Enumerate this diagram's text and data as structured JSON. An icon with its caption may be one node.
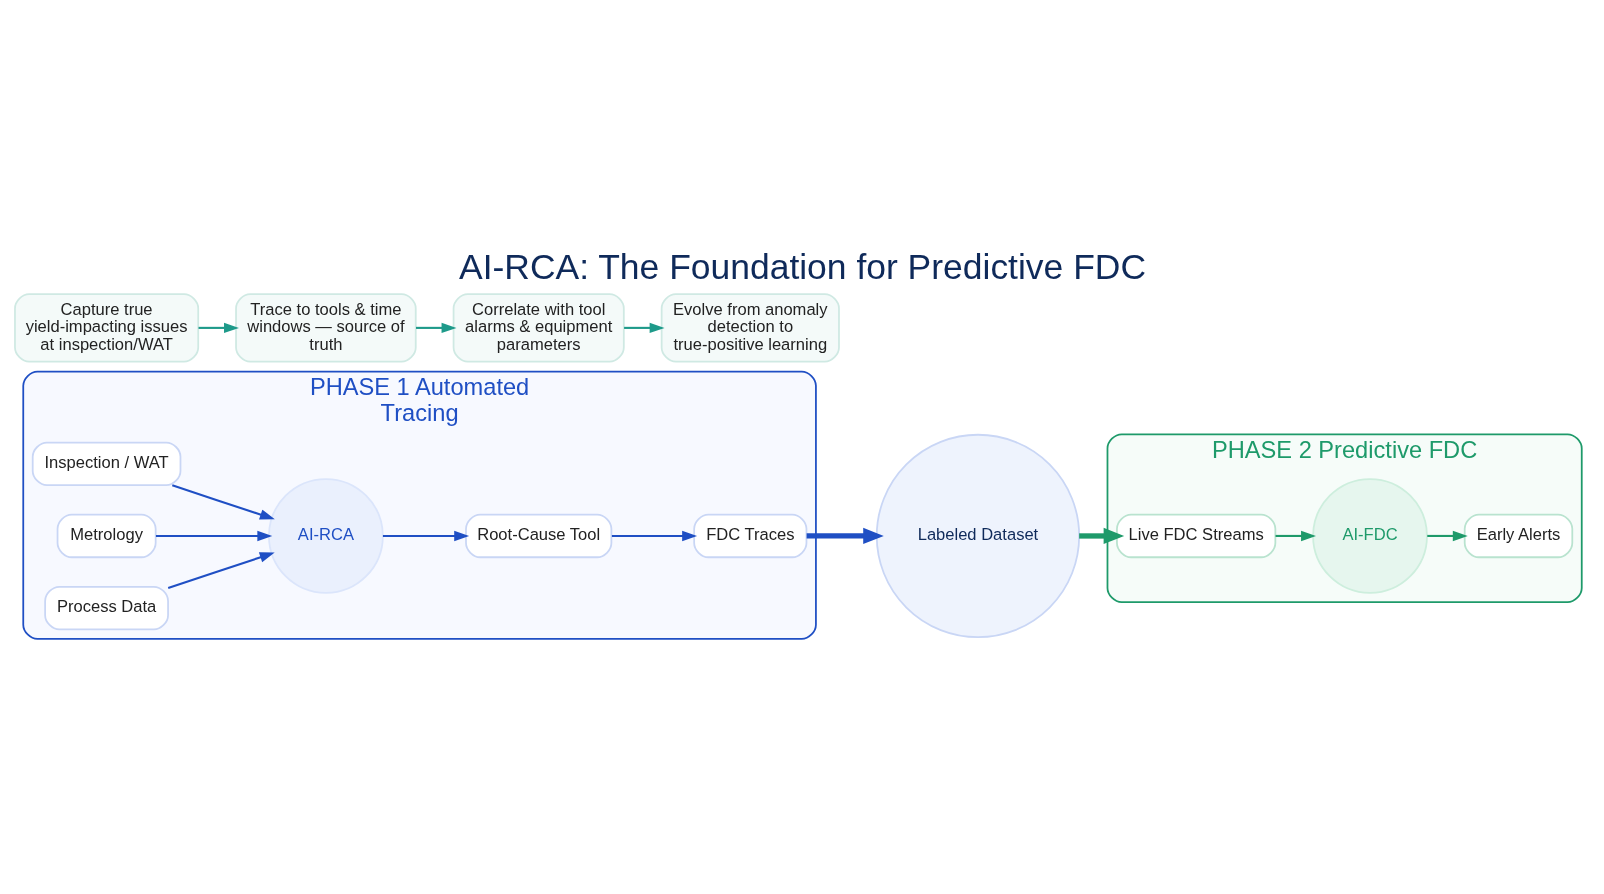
{
  "diagram": {
    "title": "AI-RCA: The Foundation for Predictive FDC",
    "nodes": [
      {
        "text": [
          "PHASE 1 Automated Tracing"
        ]
      },
      {
        "text": [
          "Inspection / WAT"
        ],
        "in": 0
      },
      {
        "text": [
          "Metrology"
        ],
        "in": 0
      },
      {
        "text": [
          "Process Data"
        ],
        "in": 0
      },
      {
        "text": [
          "AI-RCA"
        ],
        "in": 0
      },
      {
        "text": [
          "Root-Cause Tool"
        ],
        "in": 0
      },
      {
        "text": [
          "FDC Traces"
        ],
        "in": 0
      },
      {
        "text": [
          "Labeled Dataset"
        ]
      },
      {
        "text": [
          "PHASE 2 Predictive FDC"
        ]
      },
      {
        "text": [
          "Live FDC Streams"
        ],
        "in": 8
      },
      {
        "text": [
          "AI-FDC"
        ],
        "in": 8
      },
      {
        "text": [
          "Early Alerts"
        ],
        "in": 8
      },
      {
        "text": [
          "Capture true yield-impacting issues at inspection/WAT"
        ]
      },
      {
        "text": [
          "Trace to tools & time windows — source of truth"
        ]
      },
      {
        "text": [
          "Correlate with tool alarms & equipment parameters"
        ]
      },
      {
        "text": [
          "Evolve from anomaly detection to true-positive learning"
        ]
      }
    ],
    "edges": [
      {
        "from": 1,
        "to": 4,
        "arrow": "to",
        "color": "#1f4fc4"
      },
      {
        "from": 2,
        "to": 4,
        "arrow": "to",
        "color": "#1f4fc4"
      },
      {
        "from": 3,
        "to": 4,
        "arrow": "to",
        "color": "#1f4fc4"
      },
      {
        "from": 4,
        "to": 5,
        "arrow": "to",
        "color": "#1f4fc4"
      },
      {
        "from": 5,
        "to": 6,
        "arrow": "to",
        "color": "#1f4fc4"
      },
      {
        "from": 6,
        "to": 7,
        "arrow": "to",
        "style": "thick",
        "color": "#1f4fc4"
      },
      {
        "from": 7,
        "to": 9,
        "arrow": "to",
        "style": "thick",
        "color": "#1e9a6a"
      },
      {
        "from": 9,
        "to": 10,
        "arrow": "to",
        "color": "#1e9a6a"
      },
      {
        "from": 10,
        "to": 11,
        "arrow": "to",
        "color": "#1e9a6a"
      },
      {
        "from": 12,
        "to": 13,
        "arrow": "to",
        "color": "#1e9a8a"
      },
      {
        "from": 13,
        "to": 14,
        "arrow": "to",
        "color": "#1e9a8a"
      },
      {
        "from": 14,
        "to": 15,
        "arrow": "to",
        "color": "#1e9a8a"
      }
    ]
  }
}
